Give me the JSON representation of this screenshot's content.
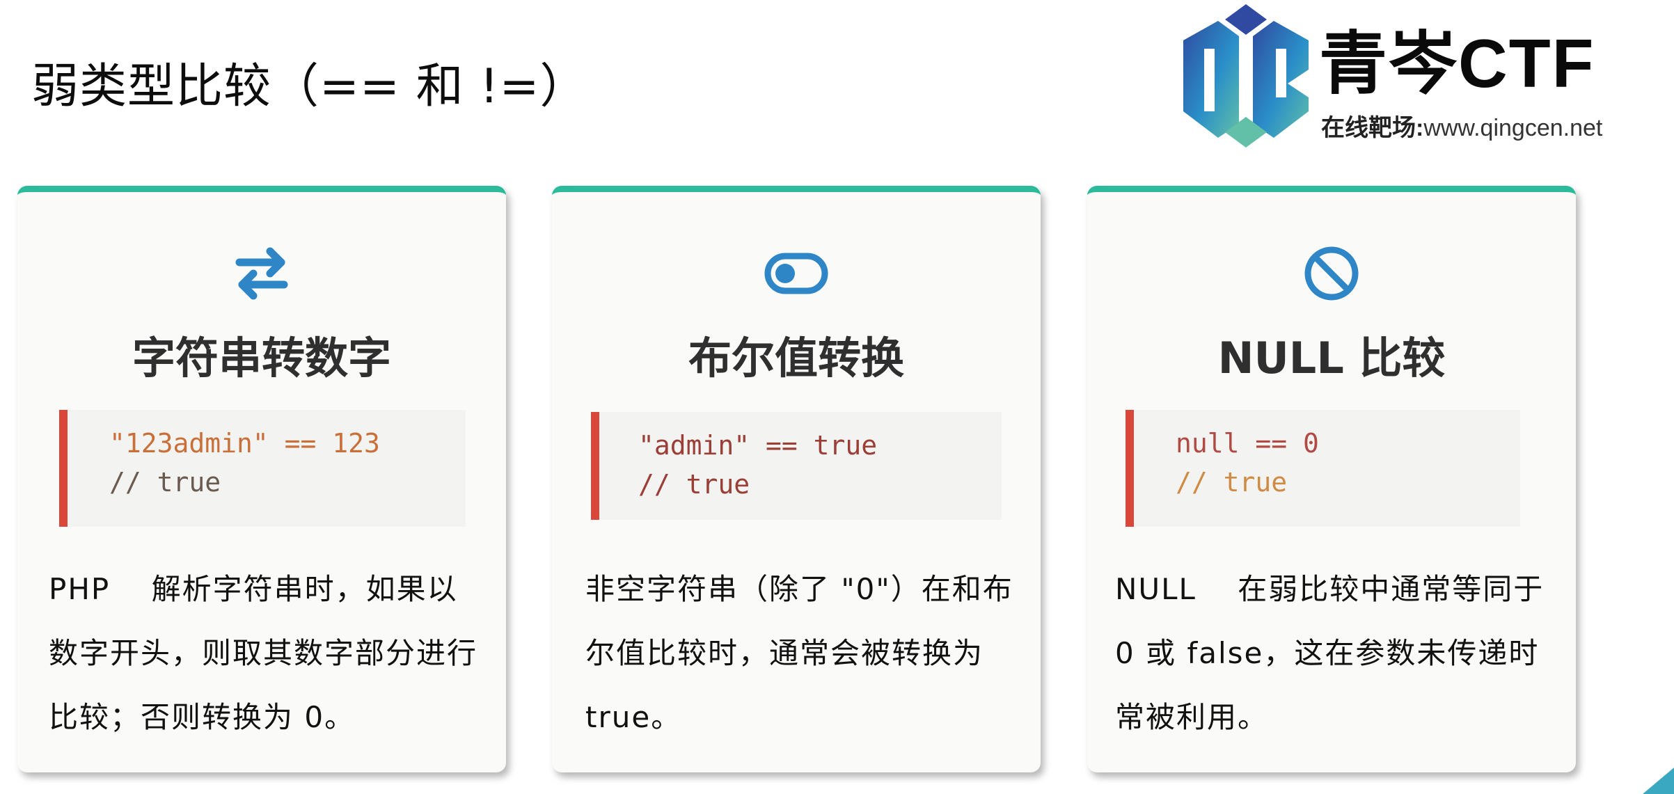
{
  "page": {
    "title": "弱类型比较（== 和 !=）"
  },
  "logo": {
    "mark": "QC",
    "name": "青岑CTF",
    "tagline_label": "在线靶场:",
    "tagline_url": "www.qingcen.net",
    "colors": {
      "blue": "#2f4aa0",
      "mid": "#2a8fc8",
      "teal": "#63c0a8"
    }
  },
  "cards": [
    {
      "icon": "swap-arrows-icon",
      "title": "字符串转数字",
      "code": [
        "\"123admin\" == 123",
        "// true"
      ],
      "description": "PHP　 解析字符串时，如果以数字开头，则取其数字部分进行比较；否则转换为 0。"
    },
    {
      "icon": "toggle-icon",
      "title": "布尔值转换",
      "code": [
        "\"admin\" == true",
        "// true"
      ],
      "description": "非空字符串（除了 \"0\"）在和布尔值比较时，通常会被转换为 true。"
    },
    {
      "icon": "ban-icon",
      "title": "NULL 比较",
      "code": [
        "null == 0",
        "// true"
      ],
      "description": "NULL　 在弱比较中通常等同于 0 或 false，这在参数未传递时常被利用。"
    }
  ],
  "colors": {
    "card_accent": "#2bbb9b",
    "code_bar": "#d9463a",
    "icon_blue": "#2e86c6"
  }
}
